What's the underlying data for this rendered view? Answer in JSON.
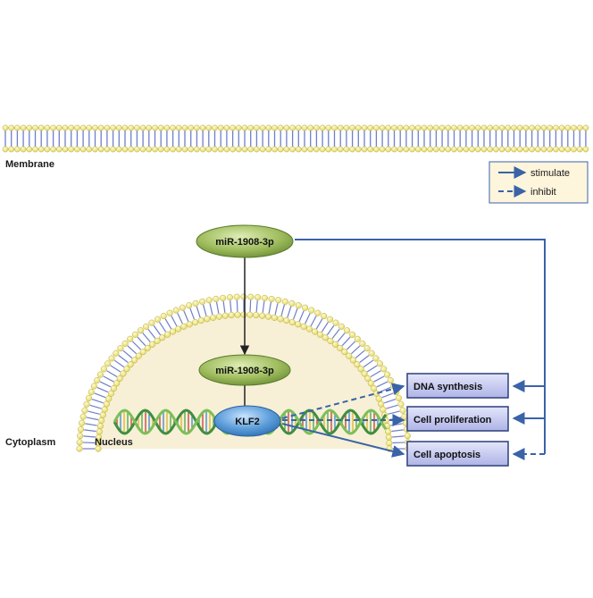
{
  "labels": {
    "membrane": "Membrane",
    "cytoplasm": "Cytoplasm",
    "nucleus": "Nucleus"
  },
  "legend": {
    "stimulate": "stimulate",
    "inhibit": "inhibit"
  },
  "nodes": {
    "mir_cyto": "miR-1908-3p",
    "mir_nuc": "miR-1908-3p",
    "klf2": "KLF2"
  },
  "outcomes": {
    "dna_synthesis": "DNA synthesis",
    "cell_proliferation": "Cell proliferation",
    "cell_apoptosis": "Cell apoptosis"
  },
  "colors": {
    "arrow": "#3a63a8",
    "legend_bg": "#fdf5dc",
    "nucleus_fill": "#f7f0d6",
    "lipid_head": "#f3ec8a",
    "lipid_tail": "#6f7fc9",
    "mir_fill": "#9fbd5e",
    "klf2_fill": "#5a9bd8",
    "box_fill": "#c4c8ee"
  }
}
